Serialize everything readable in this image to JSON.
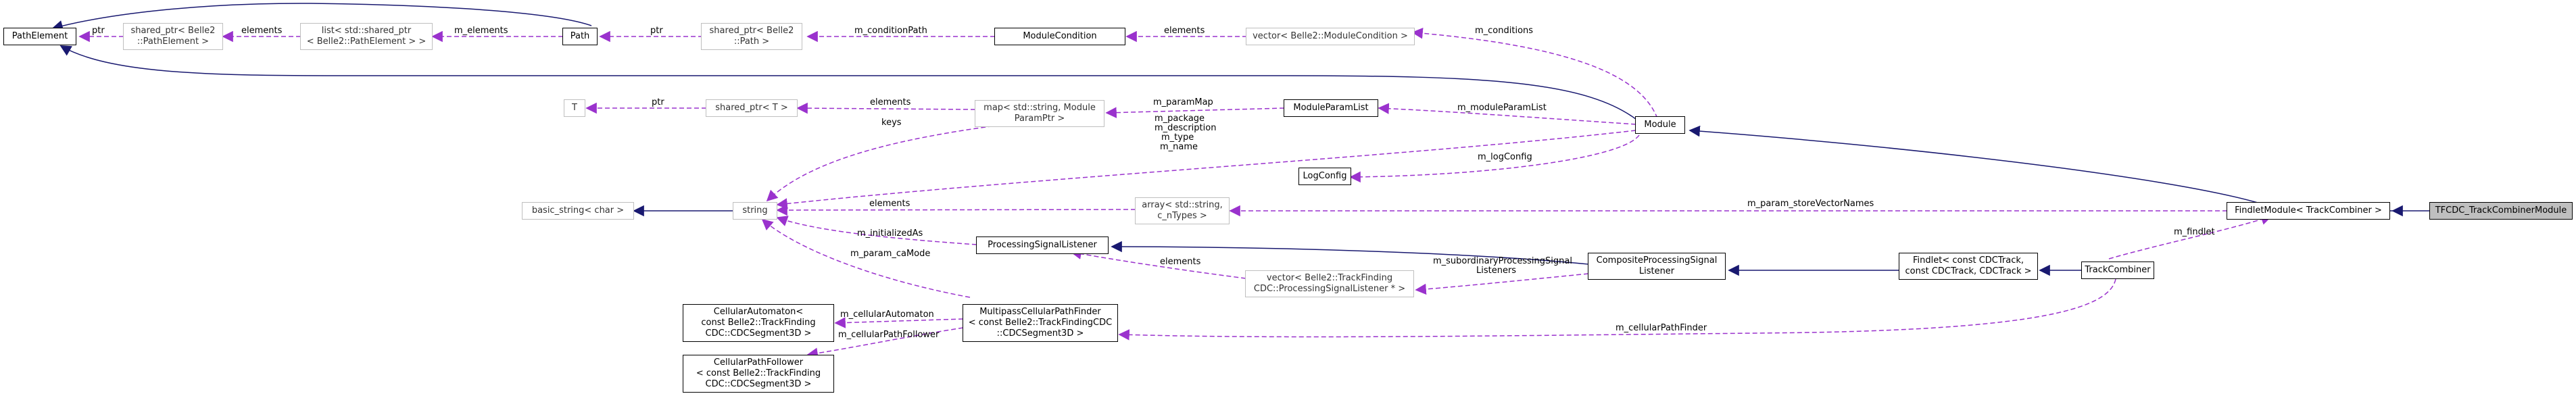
{
  "colors": {
    "inheritance": "#191970",
    "usage": "#9a32cd",
    "ghost_border": "#bfbfbf",
    "selected_fill": "#bfbfbf"
  },
  "nodes": {
    "path_element": "PathElement",
    "sp_path_element_1": "shared_ptr< Belle2",
    "sp_path_element_2": "::PathElement >",
    "list_sp_1": "list< std::shared_ptr",
    "list_sp_2": "< Belle2::PathElement > >",
    "path": "Path",
    "sp_path_1": "shared_ptr< Belle2",
    "sp_path_2": "::Path >",
    "module_condition": "ModuleCondition",
    "vector_module_condition": "vector< Belle2::ModuleCondition >",
    "t": "T",
    "sp_t": "shared_ptr< T >",
    "map_1": "map< std::string, Module",
    "map_2": "ParamPtr >",
    "module_param_list": "ModuleParamList",
    "module": "Module",
    "log_config": "LogConfig",
    "basic_string": "basic_string< char >",
    "string": "string",
    "array_1": "array< std::string,",
    "array_2": "c_nTypes >",
    "processing_signal_listener": "ProcessingSignalListener",
    "vector_psl_1": "vector< Belle2::TrackFinding",
    "vector_psl_2": "CDC::ProcessingSignalListener * >",
    "composite_psl_1": "CompositeProcessingSignal",
    "composite_psl_2": "Listener",
    "findlet_module": "FindletModule< TrackCombiner >",
    "tfcdc_module": "TFCDC_TrackCombinerModule",
    "findlet_1": "Findlet< const CDCTrack,",
    "findlet_2": "const CDCTrack, CDCTrack >",
    "track_combiner": "TrackCombiner",
    "cellular_automaton_1": "CellularAutomaton<",
    "cellular_automaton_2": "const Belle2::TrackFinding",
    "cellular_automaton_3": "CDC::CDCSegment3D >",
    "multipass_1": "MultipassCellularPathFinder",
    "multipass_2": "< const Belle2::TrackFindingCDC",
    "multipass_3": "::CDCSegment3D >",
    "cellular_path_follower_1": "CellularPathFollower",
    "cellular_path_follower_2": "< const Belle2::TrackFinding",
    "cellular_path_follower_3": "CDC::CDCSegment3D >"
  },
  "edge_labels": {
    "ptr_path_element": "ptr",
    "elements_list": "elements",
    "m_elements": "m_elements",
    "ptr_path": "ptr",
    "m_condition_path": "m_conditionPath",
    "elements_conditions": "elements",
    "m_conditions": "m_conditions",
    "ptr_t": "ptr",
    "elements_map": "elements",
    "m_param_map": "m_paramMap",
    "m_module_param_list": "m_moduleParamList",
    "keys": "keys",
    "module_strings_1": "m_package",
    "module_strings_2": "m_description",
    "module_strings_3": "m_type",
    "module_strings_4": "m_name",
    "m_log_config": "m_logConfig",
    "elements_array": "elements",
    "m_param_store_vector_names": "m_param_storeVectorNames",
    "m_initialized_as": "m_initializedAs",
    "m_param_ca_mode": "m_param_caMode",
    "elements_vector_psl": "elements",
    "m_subordinary_1": "m_subordinaryProcessingSignal",
    "m_subordinary_2": "Listeners",
    "m_findlet": "m_findlet",
    "m_cellular_automaton": "m_cellularAutomaton",
    "m_cellular_path_follower": "m_cellularPathFollower",
    "m_cellular_path_finder": "m_cellularPathFinder"
  }
}
